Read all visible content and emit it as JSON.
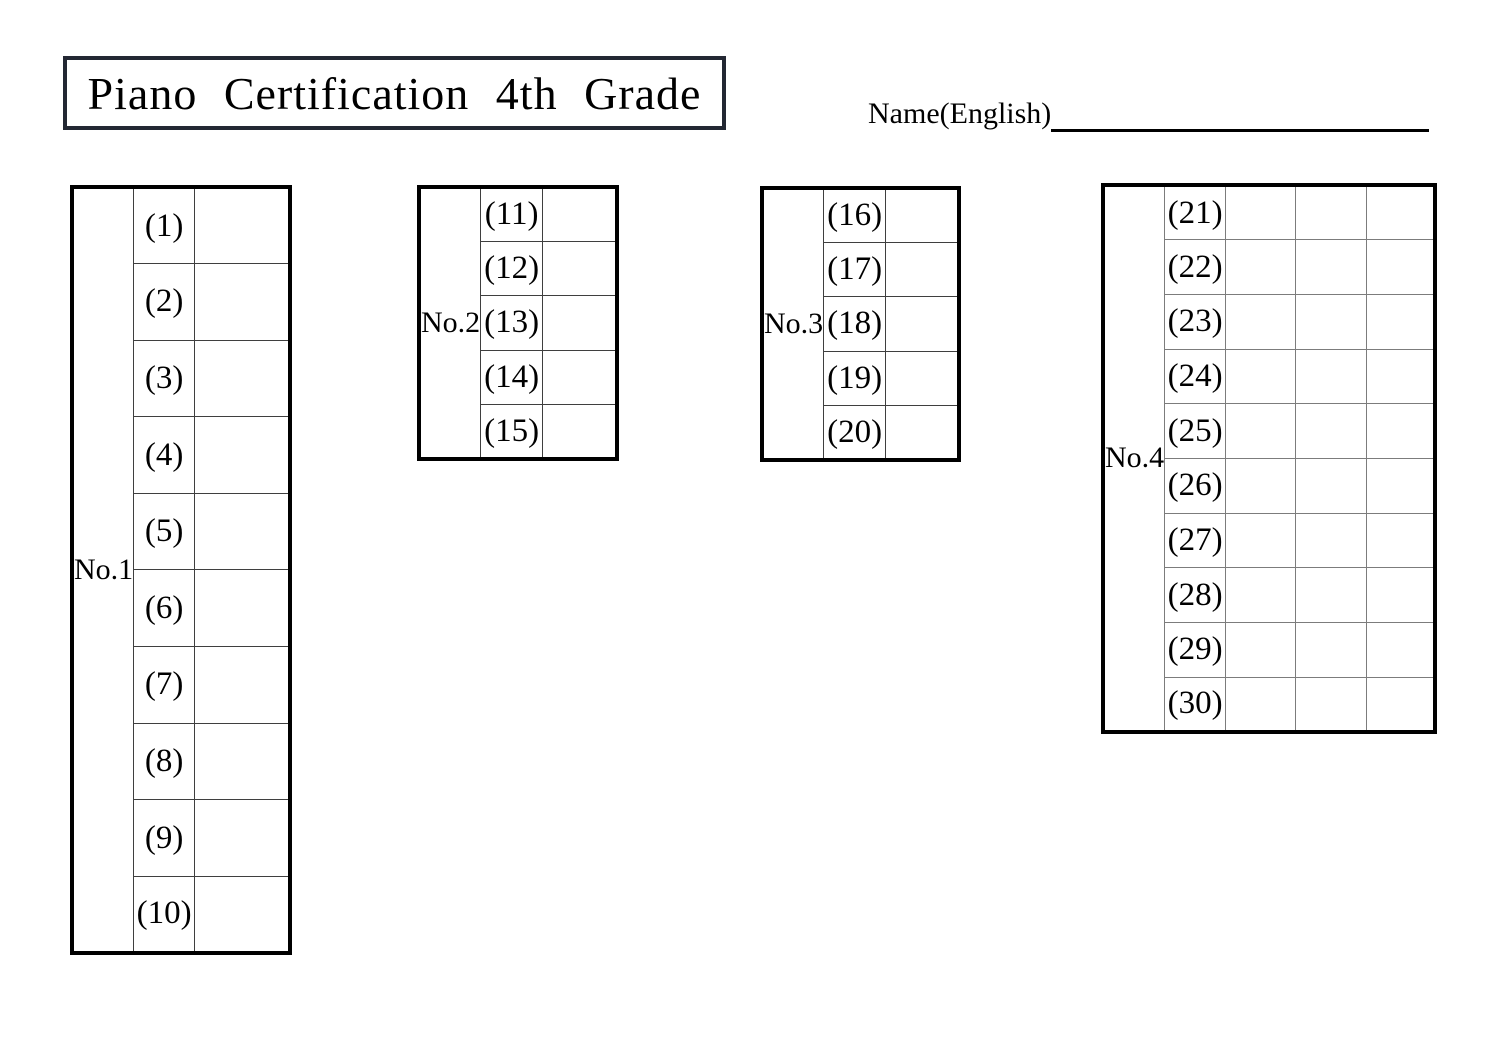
{
  "header": {
    "title": "Piano Certification 4th Grade",
    "name_label": "Name(English)"
  },
  "tables": [
    {
      "label": "No.1",
      "items": [
        "(1)",
        "(2)",
        "(3)",
        "(4)",
        "(5)",
        "(6)",
        "(7)",
        "(8)",
        "(9)",
        "(10)"
      ],
      "answer_cols": 1
    },
    {
      "label": "No.2",
      "items": [
        "(11)",
        "(12)",
        "(13)",
        "(14)",
        "(15)"
      ],
      "answer_cols": 1
    },
    {
      "label": "No.3",
      "items": [
        "(16)",
        "(17)",
        "(18)",
        "(19)",
        "(20)"
      ],
      "answer_cols": 1
    },
    {
      "label": "No.4",
      "items": [
        "(21)",
        "(22)",
        "(23)",
        "(24)",
        "(25)",
        "(26)",
        "(27)",
        "(28)",
        "(29)",
        "(30)"
      ],
      "answer_cols": 3
    }
  ],
  "colors": {
    "background": "#ffffff",
    "text": "#000000",
    "outer_border": "#000000",
    "grid_line": "#3f3f3f",
    "grid_line_table4": "#7c7c7c",
    "title_border": "#232833"
  }
}
